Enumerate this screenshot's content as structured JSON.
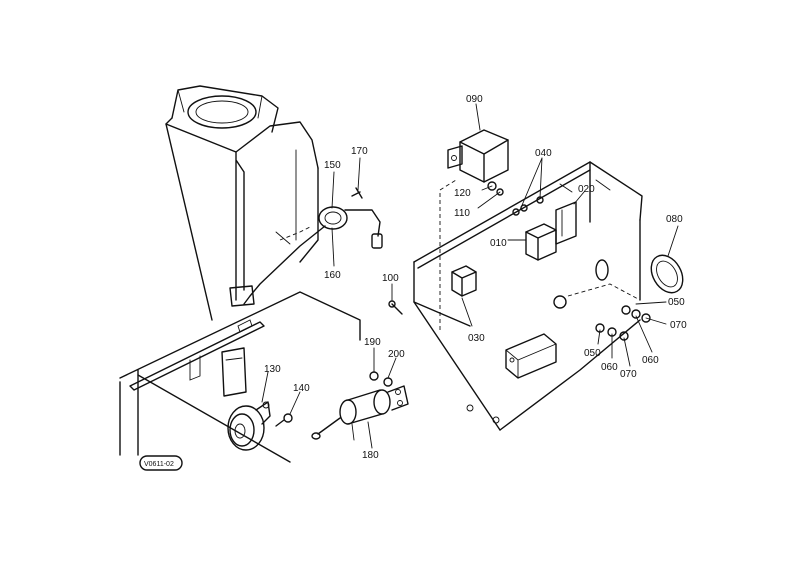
{
  "diagram": {
    "image_code": "V0611-02",
    "part_labels": {
      "p010": "010",
      "p020": "020",
      "p030": "030",
      "p040": "040",
      "p050a": "050",
      "p050b": "050",
      "p060a": "060",
      "p060b": "060",
      "p070a": "070",
      "p070b": "070",
      "p080": "080",
      "p090": "090",
      "p100": "100",
      "p110": "110",
      "p120": "120",
      "p130": "130",
      "p140": "140",
      "p150": "150",
      "p160": "160",
      "p170": "170",
      "p180": "180",
      "p190": "190",
      "p200": "200"
    }
  }
}
